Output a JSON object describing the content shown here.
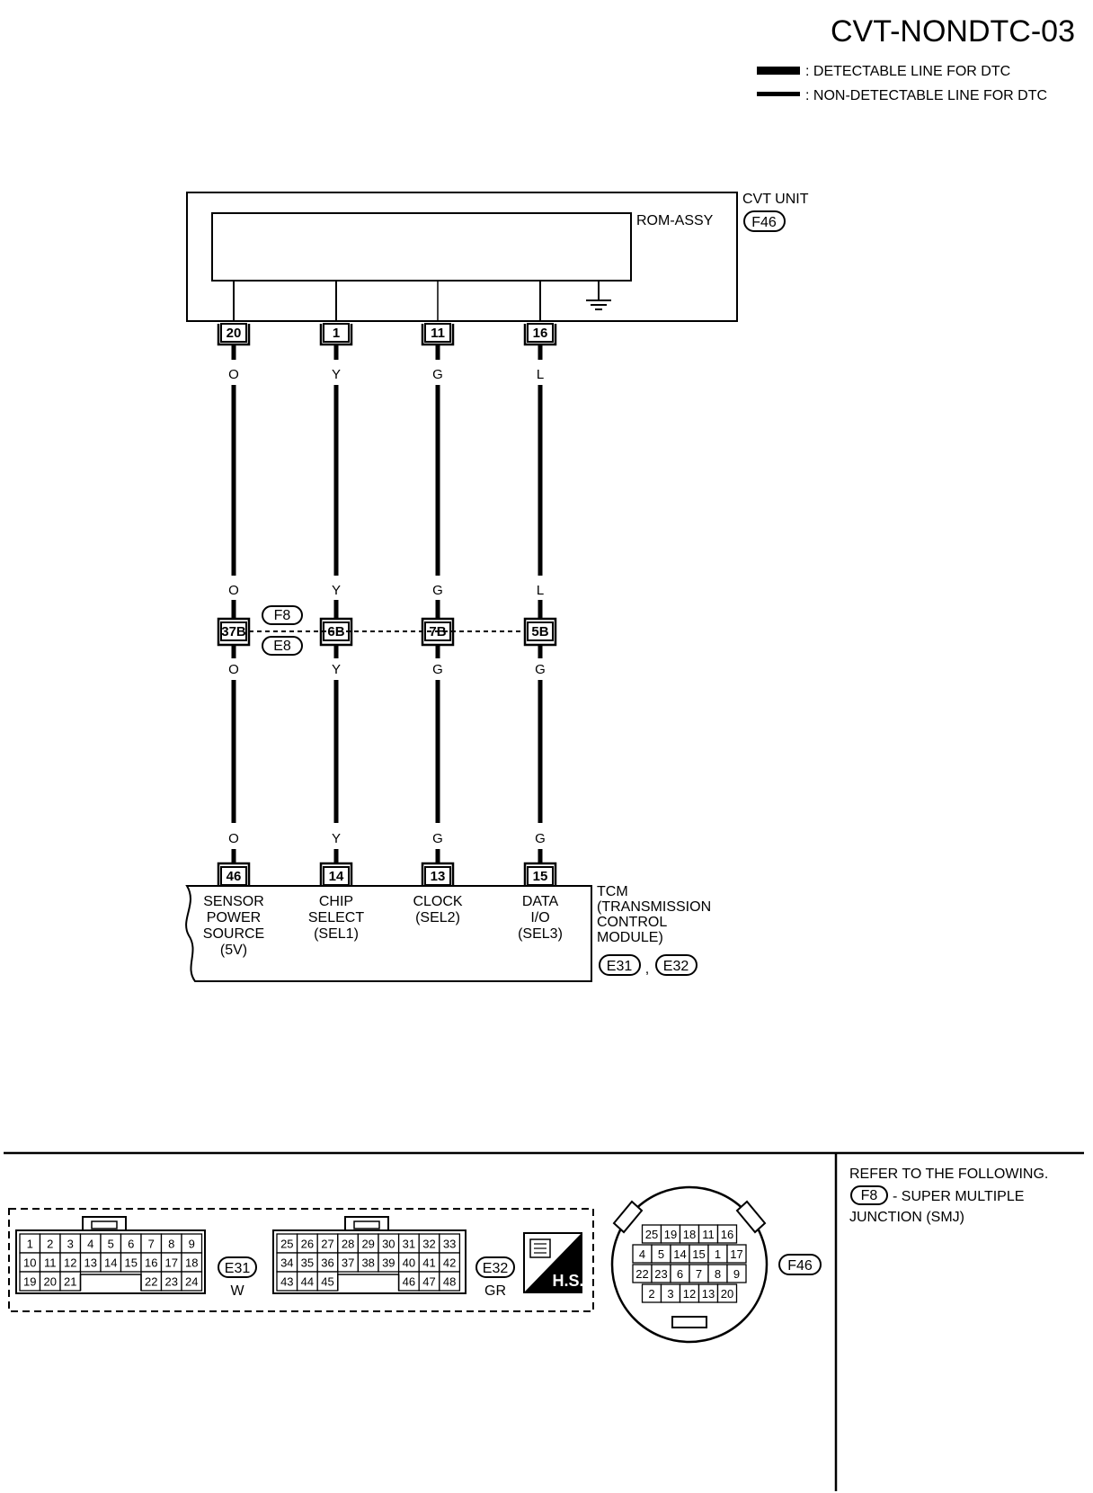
{
  "page": {
    "code": "CVT-NONDTC-03"
  },
  "legend": {
    "detectable": ": DETECTABLE LINE FOR DTC",
    "non_detectable": ": NON-DETECTABLE LINE FOR DTC"
  },
  "cvt_unit": {
    "name": "CVT UNIT",
    "connector": "F46",
    "rom_label": "ROM-ASSY"
  },
  "columns": [
    {
      "top_pin": "20",
      "wire_top": "O",
      "wire_mid_above": "O",
      "joint_pin": "37B",
      "wire_mid_below": "O",
      "wire_bottom": "O",
      "tcm_pin": "46",
      "func": [
        "SENSOR",
        "POWER",
        "SOURCE",
        "(5V)"
      ]
    },
    {
      "top_pin": "1",
      "wire_top": "Y",
      "wire_mid_above": "Y",
      "joint_pin": "6B",
      "wire_mid_below": "Y",
      "wire_bottom": "Y",
      "tcm_pin": "14",
      "func": [
        "CHIP",
        "SELECT",
        "(SEL1)"
      ]
    },
    {
      "top_pin": "11",
      "wire_top": "G",
      "wire_mid_above": "G",
      "joint_pin": "7B",
      "wire_mid_below": "G",
      "wire_bottom": "G",
      "tcm_pin": "13",
      "func": [
        "CLOCK",
        "(SEL2)"
      ]
    },
    {
      "top_pin": "16",
      "wire_top": "L",
      "wire_mid_above": "L",
      "joint_pin": "5B",
      "wire_mid_below": "G",
      "wire_bottom": "G",
      "tcm_pin": "15",
      "func": [
        "DATA",
        "I/O",
        "(SEL3)"
      ]
    }
  ],
  "joint": {
    "upper_connector": "F8",
    "lower_connector": "E8"
  },
  "tcm": {
    "lines": [
      "TCM",
      "(TRANSMISSION",
      "CONTROL",
      "MODULE)"
    ],
    "connector_a": "E31",
    "separator": ",",
    "connector_b": "E32"
  },
  "connector_views": {
    "e31": {
      "id": "E31",
      "color": "W",
      "rows": [
        [
          "1",
          "2",
          "3",
          "4",
          "5",
          "6",
          "7",
          "8",
          "9"
        ],
        [
          "10",
          "11",
          "12",
          "13",
          "14",
          "15",
          "16",
          "17",
          "18"
        ],
        [
          "19",
          "20",
          "21",
          "",
          "",
          "",
          "22",
          "23",
          "24"
        ]
      ]
    },
    "e32": {
      "id": "E32",
      "color": "GR",
      "rows": [
        [
          "25",
          "26",
          "27",
          "28",
          "29",
          "30",
          "31",
          "32",
          "33"
        ],
        [
          "34",
          "35",
          "36",
          "37",
          "38",
          "39",
          "40",
          "41",
          "42"
        ],
        [
          "43",
          "44",
          "45",
          "",
          "",
          "",
          "46",
          "47",
          "48"
        ]
      ]
    },
    "hs_badge": "H.S.",
    "f46": {
      "id": "F46",
      "rows": [
        [
          "25",
          "19",
          "18",
          "11",
          "16"
        ],
        [
          "4",
          "5",
          "14",
          "15",
          "1",
          "17"
        ],
        [
          "22",
          "23",
          "6",
          "7",
          "8",
          "9"
        ],
        [
          "2",
          "3",
          "12",
          "13",
          "20"
        ]
      ]
    }
  },
  "refer": {
    "line1": "REFER TO THE FOLLOWING.",
    "connector": "F8",
    "desc_a": "- SUPER MULTIPLE",
    "desc_b": "JUNCTION (SMJ)"
  }
}
